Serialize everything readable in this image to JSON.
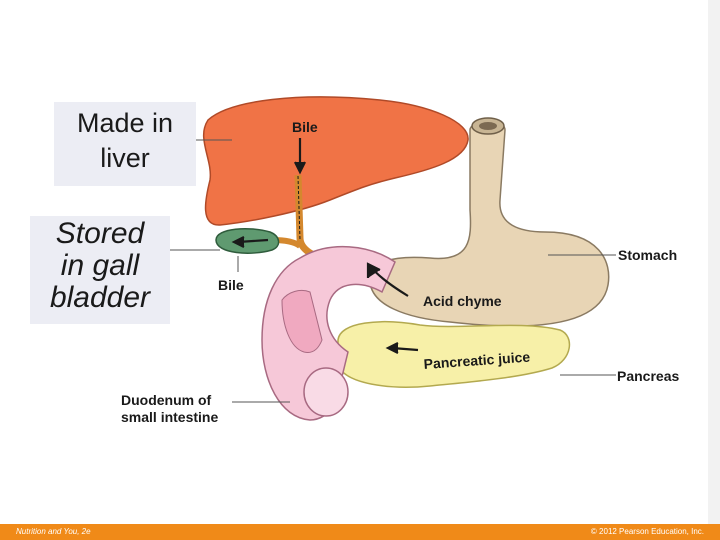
{
  "callouts": {
    "made": [
      "Made in",
      "liver"
    ],
    "stored": [
      "Stored",
      "in gall",
      "bladder"
    ]
  },
  "labels": {
    "bile_top": "Bile",
    "bile_bottom": "Bile",
    "stomach": "Stomach",
    "acid_chyme": "Acid chyme",
    "pancreatic_juice": "Pancreatic juice",
    "pancreas": "Pancreas",
    "duodenum": [
      "Duodenum of",
      "small intestine"
    ]
  },
  "footer": {
    "left": "Nutrition and You, 2e",
    "right": "© 2012 Pearson Education, Inc."
  },
  "colors": {
    "liver": "#f07346",
    "stomach": "#e8d5b5",
    "pancreas": "#f7f0a8",
    "duodenum": "#f6c8d8",
    "gallbladder": "#5f9a70",
    "footer": "#f08a18"
  }
}
